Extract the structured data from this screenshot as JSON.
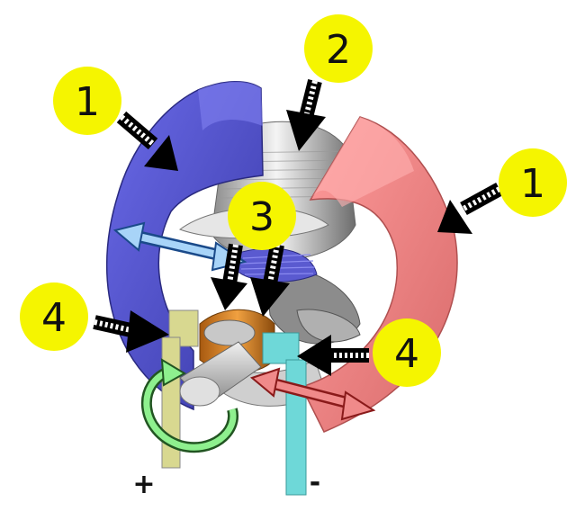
{
  "callouts": {
    "magnet_left": "1",
    "armature": "2",
    "coil": "3",
    "brush_left": "4",
    "brush_right": "4",
    "magnet_right": "1"
  },
  "terminals": {
    "positive": "+",
    "negative": "-"
  },
  "colors": {
    "north_magnet": "#5a5ad0",
    "south_magnet": "#f08888",
    "brush_left": "#d8d890",
    "brush_right": "#6ed8d8",
    "commutator": "#d47a18",
    "callout_fill": "#f5f500",
    "field_arrow_left": "#a8d4f8",
    "field_arrow_right": "#f08a8a",
    "rotation_arrow": "#8ef08e"
  }
}
